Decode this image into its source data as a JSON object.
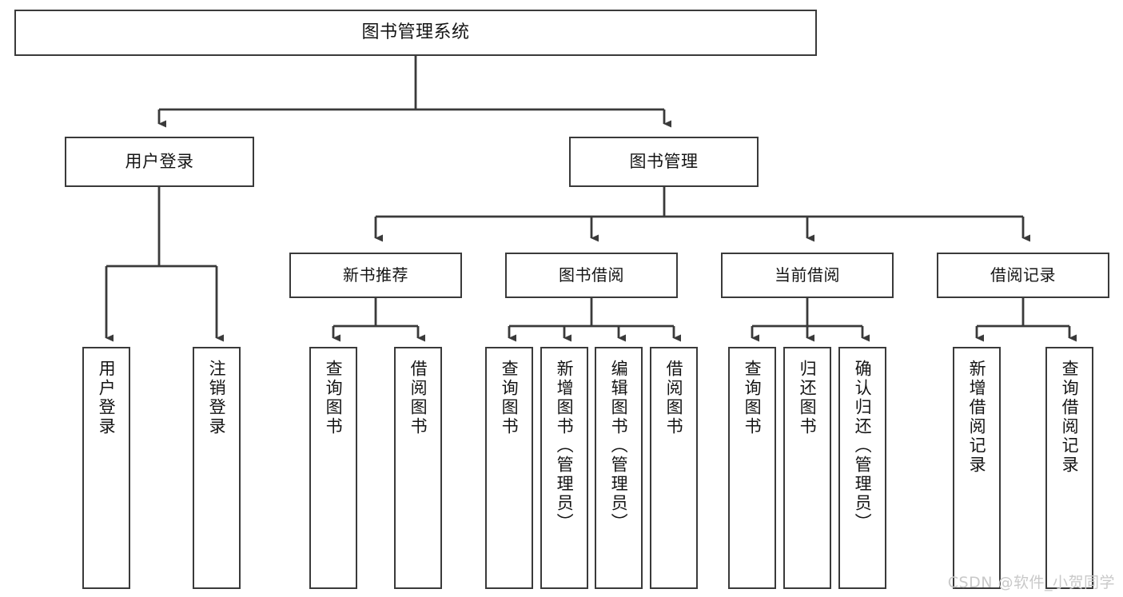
{
  "diagram": {
    "title": "图书管理系统",
    "watermark": "CSDN @软件_小贺同学",
    "colors": {
      "stroke": "#3a3a3a",
      "background": "#ffffff",
      "text": "#141414",
      "watermark": "#c9c9c9"
    },
    "nodes": {
      "root": {
        "label": "图书管理系统",
        "level": 1
      },
      "level2": [
        {
          "id": "user-login",
          "label": "用户登录"
        },
        {
          "id": "book-management",
          "label": "图书管理"
        }
      ],
      "level3": [
        {
          "id": "new-book-recommend",
          "label": "新书推荐",
          "parent": "book-management"
        },
        {
          "id": "book-borrow",
          "label": "图书借阅",
          "parent": "book-management"
        },
        {
          "id": "current-borrow",
          "label": "当前借阅",
          "parent": "book-management"
        },
        {
          "id": "borrow-record",
          "label": "借阅记录",
          "parent": "book-management"
        }
      ],
      "leaves": [
        {
          "id": "leaf-user-login",
          "label": "用户登录",
          "parent": "user-login"
        },
        {
          "id": "leaf-logout-login",
          "label": "注销登录",
          "parent": "user-login"
        },
        {
          "id": "leaf-query-book-1",
          "label": "查询图书",
          "parent": "new-book-recommend"
        },
        {
          "id": "leaf-borrow-book-1",
          "label": "借阅图书",
          "parent": "new-book-recommend"
        },
        {
          "id": "leaf-query-book-2",
          "label": "查询图书",
          "parent": "book-borrow"
        },
        {
          "id": "leaf-add-book",
          "label": "新增图书（管理员）",
          "parent": "book-borrow"
        },
        {
          "id": "leaf-edit-book",
          "label": "编辑图书（管理员）",
          "parent": "book-borrow"
        },
        {
          "id": "leaf-borrow-book-2",
          "label": "借阅图书",
          "parent": "book-borrow"
        },
        {
          "id": "leaf-query-book-3",
          "label": "查询图书",
          "parent": "current-borrow"
        },
        {
          "id": "leaf-return-book",
          "label": "归还图书",
          "parent": "current-borrow"
        },
        {
          "id": "leaf-confirm-return",
          "label": "确认归还（管理员）",
          "parent": "current-borrow"
        },
        {
          "id": "leaf-add-record",
          "label": "新增借阅记录",
          "parent": "borrow-record"
        },
        {
          "id": "leaf-query-record",
          "label": "查询借阅记录",
          "parent": "borrow-record"
        }
      ]
    }
  }
}
